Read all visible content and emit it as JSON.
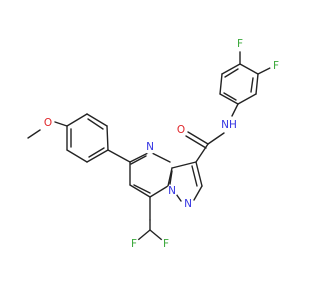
{
  "colors": {
    "bond": "#232323",
    "O": "#e0262a",
    "N": "#3434e2",
    "F": "#3aa83a",
    "background": "#ffffff"
  },
  "atoms": {
    "f_top": {
      "text": "F",
      "element": "F"
    },
    "f_right": {
      "text": "F",
      "element": "F"
    },
    "nh": {
      "text": "NH",
      "element": "N"
    },
    "carbonyl_o": {
      "text": "O",
      "element": "O"
    },
    "ring_n": {
      "text": "N",
      "element": "N"
    },
    "methoxy_o": {
      "text": "O",
      "element": "O"
    },
    "bridge_n": {
      "text": "N",
      "element": "N"
    },
    "pyrazole_n": {
      "text": "N",
      "element": "N"
    },
    "f_left": {
      "text": "F",
      "element": "F"
    },
    "f_bottom_right": {
      "text": "F",
      "element": "F"
    }
  }
}
